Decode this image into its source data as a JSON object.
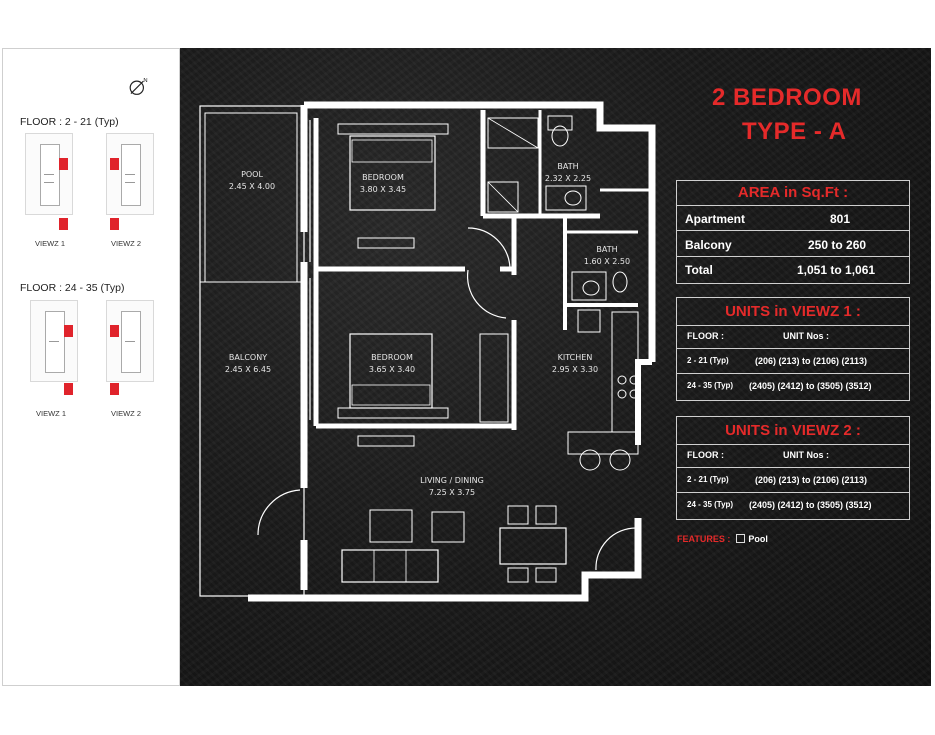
{
  "left_panel": {
    "floor_groups": [
      {
        "title": "FLOOR : 2 - 21 (Typ)",
        "views": [
          "VIEWZ 1",
          "VIEWZ 2"
        ]
      },
      {
        "title": "FLOOR : 24 - 35 (Typ)",
        "views": [
          "VIEWZ 1",
          "VIEWZ 2"
        ]
      }
    ],
    "north_label": "N"
  },
  "header": {
    "line1": "2 BEDROOM",
    "line2": "TYPE - A"
  },
  "area_table": {
    "title": "AREA in Sq.Ft :",
    "rows": [
      {
        "label": "Apartment",
        "value": "801"
      },
      {
        "label": "Balcony",
        "value": "250 to 260"
      },
      {
        "label": "Total",
        "value": "1,051 to 1,061"
      }
    ]
  },
  "units_viewz1": {
    "title": "UNITS in VIEWZ 1 :",
    "col_floor": "FLOOR :",
    "col_units": "UNIT Nos :",
    "rows": [
      {
        "floor": "2 - 21 (Typ)",
        "units": "(206) (213) to (2106) (2113)"
      },
      {
        "floor": "24 - 35 (Typ)",
        "units": "(2405) (2412) to (3505) (3512)"
      }
    ]
  },
  "units_viewz2": {
    "title": "UNITS in VIEWZ 2 :",
    "col_floor": "FLOOR :",
    "col_units": "UNIT Nos :",
    "rows": [
      {
        "floor": "2 - 21 (Typ)",
        "units": "(206) (213) to (2106) (2113)"
      },
      {
        "floor": "24 - 35 (Typ)",
        "units": "(2405) (2412) to (3505) (3512)"
      }
    ]
  },
  "features": {
    "label": "FEATURES :",
    "items": [
      "Pool"
    ]
  },
  "rooms": {
    "pool": {
      "name": "POOL",
      "size": "2.45 X 4.00"
    },
    "balcony": {
      "name": "BALCONY",
      "size": "2.45 X 6.45"
    },
    "bedroom1": {
      "name": "BEDROOM",
      "size": "3.80 X 3.45"
    },
    "bedroom2": {
      "name": "BEDROOM",
      "size": "3.65 X 3.40"
    },
    "bath1": {
      "name": "BATH",
      "size": "2.32 X 2.25"
    },
    "bath2": {
      "name": "BATH",
      "size": "1.60 X 2.50"
    },
    "kitchen": {
      "name": "KITCHEN",
      "size": "2.95 X 3.30"
    },
    "living": {
      "name": "LIVING / DINING",
      "size": "7.25 X 3.75"
    }
  },
  "colors": {
    "accent": "#e52a2a",
    "background_dark": "#1b1b1b",
    "walls": "#ffffff"
  }
}
